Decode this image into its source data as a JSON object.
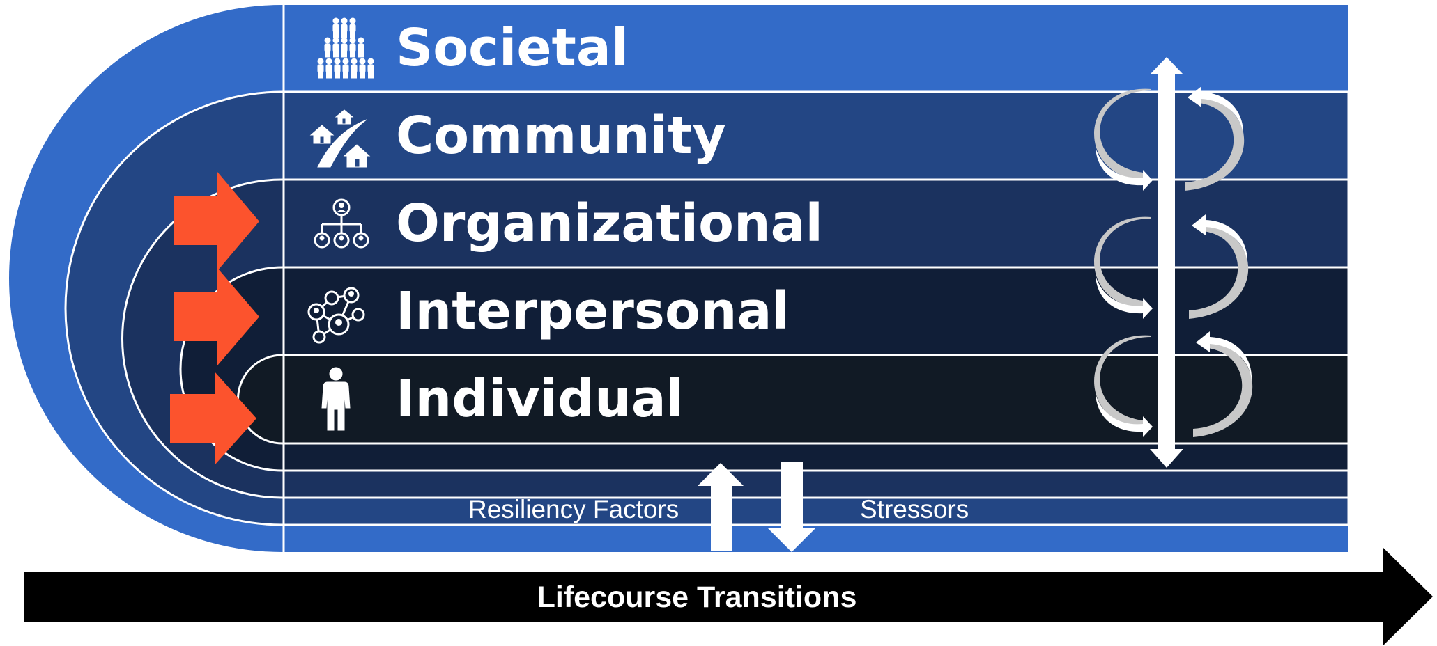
{
  "levels": [
    {
      "key": "societal",
      "label": "Societal",
      "color": "#336BC8",
      "icon": "people-crowd-icon"
    },
    {
      "key": "community",
      "label": "Community",
      "color": "#234684",
      "icon": "houses-road-icon"
    },
    {
      "key": "organizational",
      "label": "Organizational",
      "color": "#1B325F",
      "icon": "org-chart-icon"
    },
    {
      "key": "interpersonal",
      "label": "Interpersonal",
      "color": "#101E37",
      "icon": "social-network-icon"
    },
    {
      "key": "individual",
      "label": "Individual",
      "color": "#111A25",
      "icon": "person-icon"
    }
  ],
  "bottom": {
    "resiliency_label": "Resiliency Factors",
    "stressors_label": "Stressors"
  },
  "timeline": {
    "label": "Lifecourse Transitions",
    "color": "#000000"
  },
  "colors": {
    "accent_arrow": "#FC532D",
    "line": "#ffffff"
  }
}
